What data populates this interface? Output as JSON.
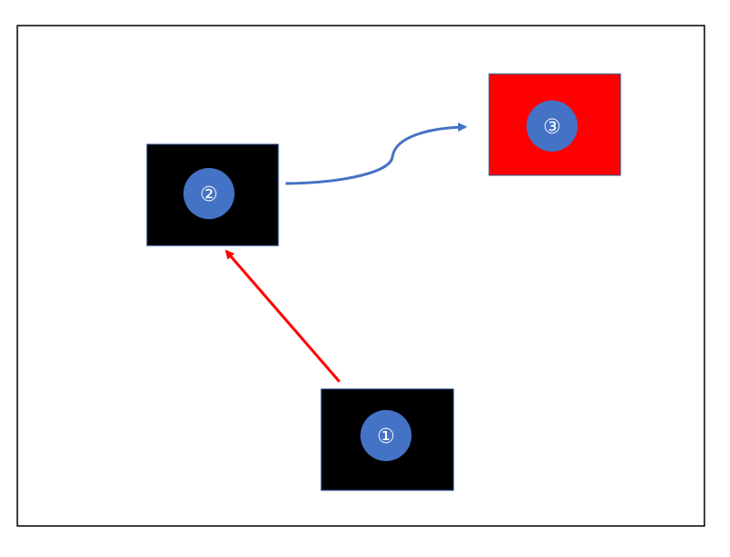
{
  "diagram": {
    "frame_color": "#000000",
    "nodes": [
      {
        "id": "1",
        "label": "①",
        "box_color": "#000000",
        "badge_color": "#4472C4"
      },
      {
        "id": "2",
        "label": "②",
        "box_color": "#000000",
        "badge_color": "#4472C4"
      },
      {
        "id": "3",
        "label": "③",
        "box_color": "#FF0000",
        "badge_color": "#4472C4"
      }
    ],
    "edges": [
      {
        "from": "1",
        "to": "2",
        "color": "#FF0000",
        "shape": "straight"
      },
      {
        "from": "2",
        "to": "3",
        "color": "#4472C4",
        "shape": "curved"
      }
    ]
  }
}
